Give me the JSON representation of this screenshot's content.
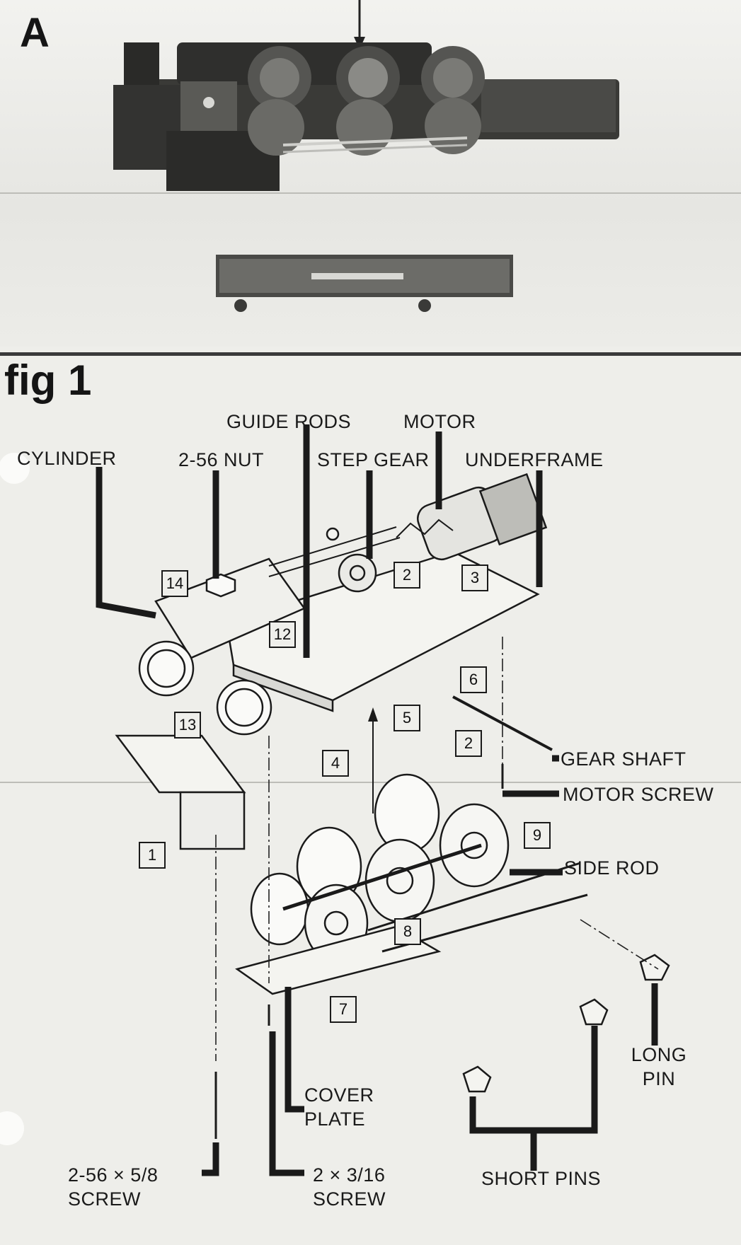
{
  "panel_a": {
    "letter": "A"
  },
  "figure": {
    "title": "fig 1"
  },
  "labels": {
    "guide_rods": "GUIDE RODS",
    "motor": "MOTOR",
    "cylinder": "CYLINDER",
    "nut_2_56": "2-56 NUT",
    "step_gear": "STEP GEAR",
    "underframe": "UNDERFRAME",
    "gear_shaft": "GEAR SHAFT",
    "motor_screw": "MOTOR SCREW",
    "side_rod": "SIDE ROD",
    "long_pin": "LONG PIN",
    "cover_plate": "COVER PLATE",
    "screw_2_56": "2-56 × 5/8 SCREW",
    "screw_2x3_16": "2 × 3/16 SCREW",
    "short_pins": "SHORT PINS"
  },
  "callouts": {
    "n14": "14",
    "n12": "12",
    "n13": "13",
    "n2a": "2",
    "n3": "3",
    "n6": "6",
    "n5": "5",
    "n2b": "2",
    "n4": "4",
    "n1": "1",
    "n9": "9",
    "n8": "8",
    "n7": "7"
  },
  "colors": {
    "ink": "#1a1a1a",
    "paper": "#eeeeea",
    "photo_dark": "#2e2e2c"
  }
}
